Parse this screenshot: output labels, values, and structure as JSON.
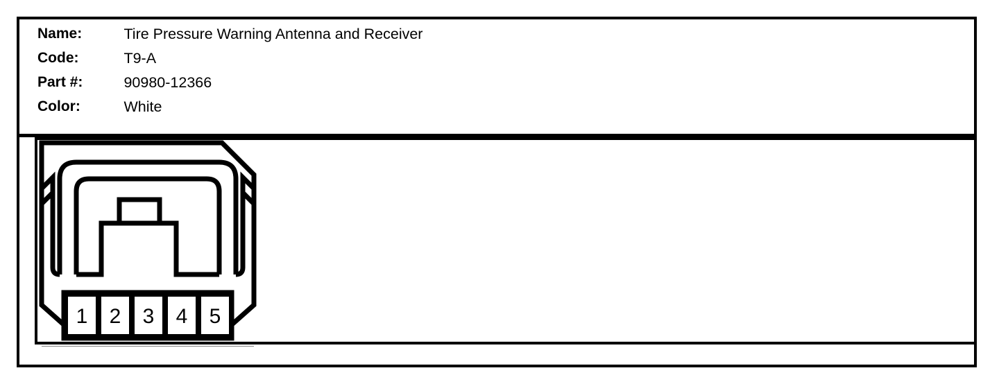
{
  "sheet": {
    "fields": [
      {
        "label": "Name:",
        "value": "Tire Pressure Warning Antenna and Receiver"
      },
      {
        "label": "Code:",
        "value": "T9-A"
      },
      {
        "label": "Part #:",
        "value": "90980-12366"
      },
      {
        "label": "Color:",
        "value": "White"
      }
    ]
  },
  "connector": {
    "type": "female-housing-front-view",
    "cavity_count": 5,
    "row_count": 1,
    "pins": [
      {
        "number": "1"
      },
      {
        "number": "2"
      },
      {
        "number": "3"
      },
      {
        "number": "4"
      },
      {
        "number": "5"
      }
    ]
  },
  "colors": {
    "line": "#000000",
    "background": "#ffffff"
  }
}
